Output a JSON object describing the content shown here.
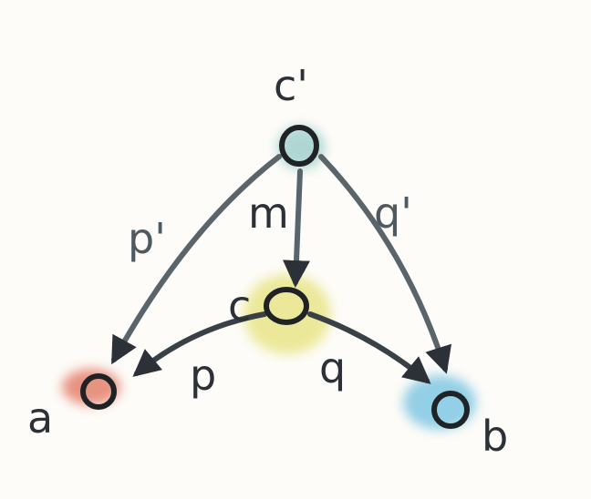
{
  "diagram": {
    "nodes": [
      {
        "id": "c_prime",
        "label": "c'",
        "color": "#8fc7c4"
      },
      {
        "id": "c",
        "label": "c",
        "color": "#e6e27a"
      },
      {
        "id": "a",
        "label": "a",
        "color": "#e0705a"
      },
      {
        "id": "b",
        "label": "b",
        "color": "#6fc0e0"
      }
    ],
    "edges": [
      {
        "id": "p_prime",
        "label": "p'",
        "from": "c'",
        "to": "a"
      },
      {
        "id": "m",
        "label": "m",
        "from": "c'",
        "to": "c"
      },
      {
        "id": "q_prime",
        "label": "q'",
        "from": "c'",
        "to": "b"
      },
      {
        "id": "p",
        "label": "p",
        "from": "c",
        "to": "a"
      },
      {
        "id": "q",
        "label": "q",
        "from": "c",
        "to": "b"
      }
    ]
  }
}
